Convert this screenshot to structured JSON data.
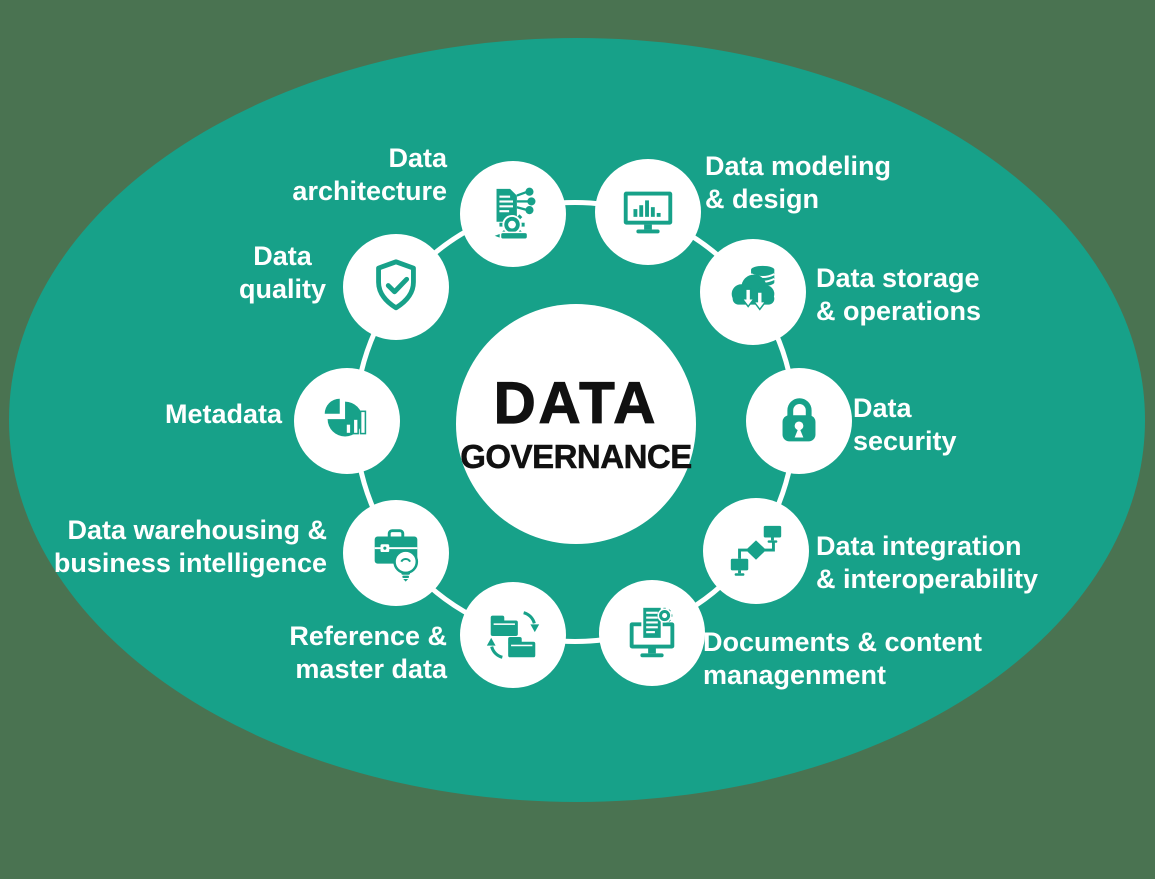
{
  "diagram": {
    "center": {
      "title_line1": "DATA",
      "title_line2": "GOVERNANCE"
    },
    "colors": {
      "teal": "#17A189",
      "outer_background_green": "#4A7351",
      "node_circle": "#FFFFFF",
      "label_text": "#FFFFFF",
      "title_text": "#111111"
    },
    "nodes": [
      {
        "id": "data-architecture",
        "icon": "document-gear-pencil-icon",
        "label_line1": "Data",
        "label_line2": "architecture"
      },
      {
        "id": "data-modeling-design",
        "icon": "monitor-bar-chart-icon",
        "label_line1": "Data modeling",
        "label_line2": "& design"
      },
      {
        "id": "data-storage-operations",
        "icon": "cloud-database-download-icon",
        "label_line1": "Data storage",
        "label_line2": "& operations"
      },
      {
        "id": "data-security",
        "icon": "padlock-icon",
        "label_line1": "Data",
        "label_line2": "security"
      },
      {
        "id": "data-integration-interoperability",
        "icon": "flowchart-nodes-icon",
        "label_line1": "Data integration",
        "label_line2": "& interoperability"
      },
      {
        "id": "documents-content-management",
        "icon": "monitor-document-gear-icon",
        "label_line1": "Documents & content",
        "label_line2": "managenment"
      },
      {
        "id": "reference-master-data",
        "icon": "folder-sync-icon",
        "label_line1": "Reference &",
        "label_line2": "master data"
      },
      {
        "id": "data-warehousing-business-intelligence",
        "icon": "briefcase-lightbulb-icon",
        "label_line1": "Data warehousing &",
        "label_line2": "business intelligence"
      },
      {
        "id": "metadata",
        "icon": "pie-chart-bars-icon",
        "label_line1": "Metadata"
      },
      {
        "id": "data-quality",
        "icon": "shield-check-icon",
        "label_line1": "Data",
        "label_line2": "quality"
      }
    ]
  }
}
